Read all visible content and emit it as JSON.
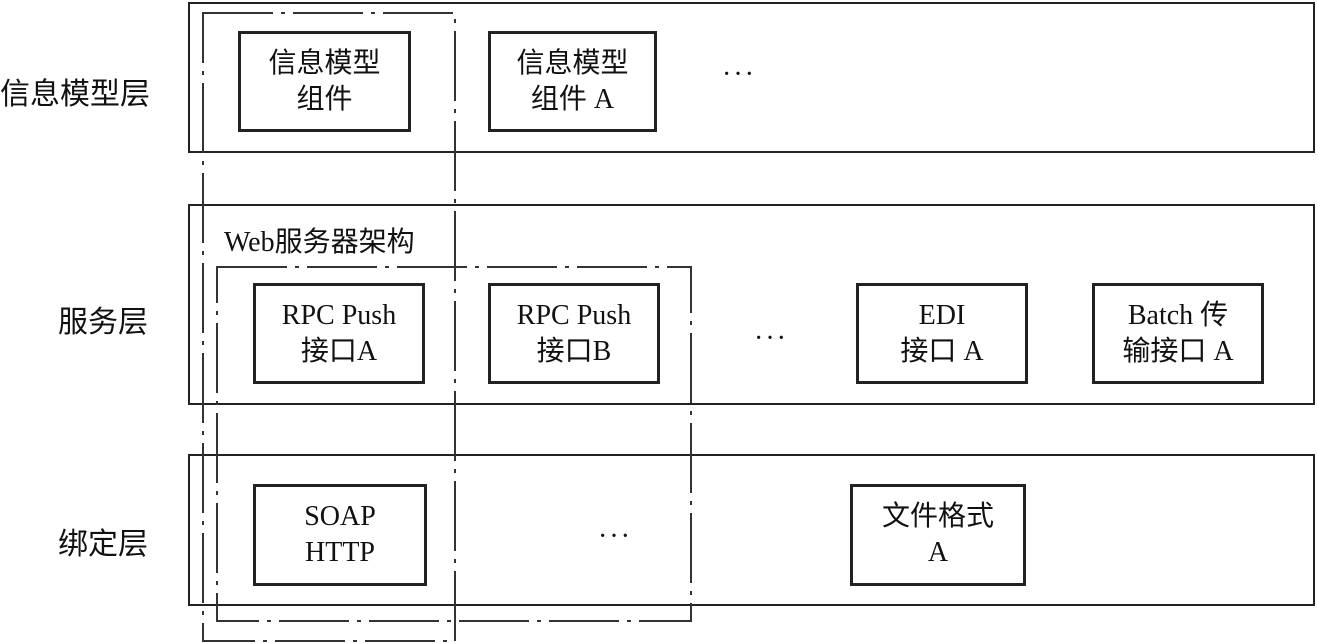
{
  "layers": {
    "info_model": {
      "label": "信息模型层",
      "components": [
        {
          "line1": "信息模型",
          "line2": "组件"
        },
        {
          "line1": "信息模型",
          "line2": "组件 A"
        }
      ],
      "ellipsis": "···"
    },
    "service": {
      "label": "服务层",
      "group_title": "Web服务器架构",
      "interfaces": [
        {
          "line1": "RPC Push",
          "line2": "接口A"
        },
        {
          "line1": "RPC Push",
          "line2": "接口B"
        },
        {
          "line1": "EDI",
          "line2": "接口 A"
        },
        {
          "line1": "Batch 传",
          "line2": "输接口 A"
        }
      ],
      "ellipsis": "···"
    },
    "binding": {
      "label": "绑定层",
      "bindings": [
        {
          "line1": "SOAP",
          "line2": "HTTP"
        },
        {
          "line1": "文件格式",
          "line2": "A"
        }
      ],
      "ellipsis": "···"
    }
  }
}
